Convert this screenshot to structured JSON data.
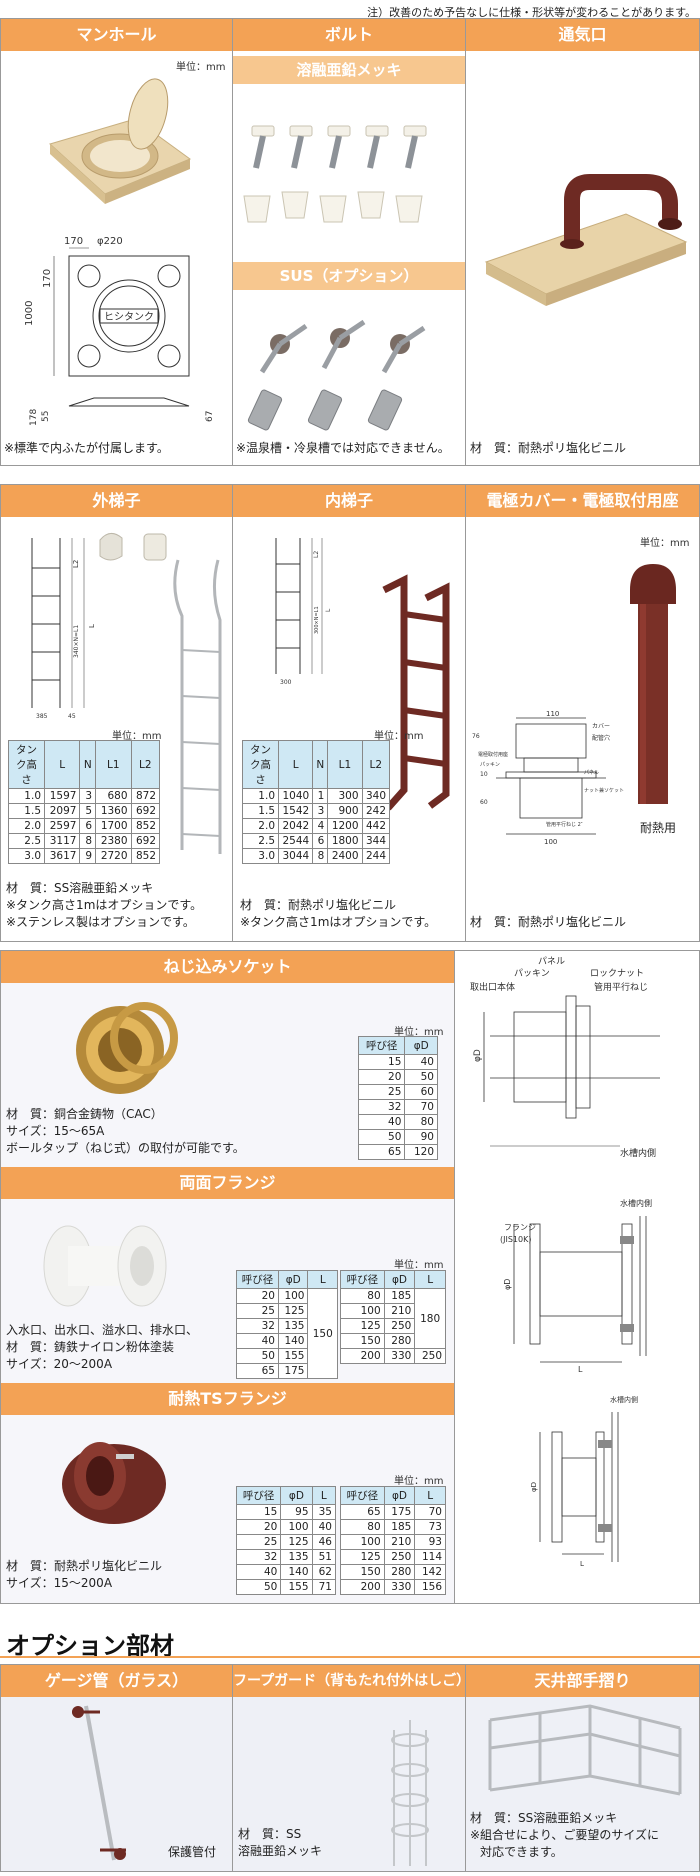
{
  "note": "注）改善のため予告なしに仕様・形状等が変わることがあります。",
  "unit_mm": "単位：mm",
  "manhole": {
    "title": "マンホール",
    "dims": [
      "170",
      "φ220",
      "170",
      "1000",
      "178",
      "55",
      "67"
    ],
    "logo": "ヒシタンク",
    "note": "※標準で内ふたが付属します。"
  },
  "bolt": {
    "title": "ボルト",
    "sub1": "溶融亜鉛メッキ",
    "sub2": "SUS（オプション）",
    "note": "※温泉槽・冷泉槽では対応できません。"
  },
  "vent": {
    "title": "通気口",
    "material": "材　質：耐熱ポリ塩化ビニル"
  },
  "outer_ladder": {
    "title": "外梯子",
    "dims": [
      "L2",
      "L",
      "340×N=L1",
      "385",
      "45"
    ],
    "table_headers": [
      "タンク高さ",
      "L",
      "N",
      "L1",
      "L2"
    ],
    "rows": [
      [
        "1.0",
        "1597",
        "3",
        "680",
        "872"
      ],
      [
        "1.5",
        "2097",
        "5",
        "1360",
        "692"
      ],
      [
        "2.0",
        "2597",
        "6",
        "1700",
        "852"
      ],
      [
        "2.5",
        "3117",
        "8",
        "2380",
        "692"
      ],
      [
        "3.0",
        "3617",
        "9",
        "2720",
        "852"
      ]
    ],
    "notes": [
      "材　質：SS溶融亜鉛メッキ",
      "※タンク高さ1mはオプションです。",
      "※ステンレス製はオプションです。"
    ]
  },
  "inner_ladder": {
    "title": "内梯子",
    "dims": [
      "L2",
      "L",
      "300×N=L1",
      "300"
    ],
    "table_headers": [
      "タンク高さ",
      "L",
      "N",
      "L1",
      "L2"
    ],
    "rows": [
      [
        "1.0",
        "1040",
        "1",
        "300",
        "340"
      ],
      [
        "1.5",
        "1542",
        "3",
        "900",
        "242"
      ],
      [
        "2.0",
        "2042",
        "4",
        "1200",
        "442"
      ],
      [
        "2.5",
        "2544",
        "6",
        "1800",
        "344"
      ],
      [
        "3.0",
        "3044",
        "8",
        "2400",
        "244"
      ]
    ],
    "notes": [
      "材　質：耐熱ポリ塩化ビニル",
      "※タンク高さ1mはオプションです。"
    ]
  },
  "electrode": {
    "title": "電極カバー・電極取付用座",
    "labels": [
      "110",
      "カバー",
      "配管穴",
      "パッキン",
      "電極取付用座",
      "ナット兼ソケット",
      "パネル",
      "76",
      "10",
      "60",
      "100",
      "管用平行ねじ 2″"
    ],
    "photo_label": "耐熱用",
    "material": "材　質：耐熱ポリ塩化ビニル"
  },
  "socket": {
    "title": "ねじ込みソケット",
    "table_headers": [
      "呼び径",
      "φD"
    ],
    "rows": [
      [
        "15",
        "40"
      ],
      [
        "20",
        "50"
      ],
      [
        "25",
        "60"
      ],
      [
        "32",
        "70"
      ],
      [
        "40",
        "80"
      ],
      [
        "50",
        "90"
      ],
      [
        "65",
        "120"
      ]
    ],
    "notes": [
      "材　質：銅合金鋳物（CAC）",
      "サイズ：15〜65A",
      "ボールタップ（ねじ式）の取付が可能です。"
    ],
    "diagram": [
      "パネル",
      "パッキン",
      "ロックナット",
      "取出口本体",
      "管用平行ねじ",
      "φD",
      "水槽内側"
    ]
  },
  "flange": {
    "title": "両面フランジ",
    "headers": [
      "呼び径",
      "φD",
      "L"
    ],
    "left": [
      [
        "20",
        "100"
      ],
      [
        "25",
        "125"
      ],
      [
        "32",
        "135"
      ],
      [
        "40",
        "140"
      ],
      [
        "50",
        "155"
      ],
      [
        "65",
        "175"
      ]
    ],
    "left_L": "150",
    "right": [
      [
        "80",
        "185"
      ],
      [
        "100",
        "210"
      ],
      [
        "125",
        "250"
      ],
      [
        "150",
        "280"
      ],
      [
        "200",
        "330"
      ]
    ],
    "right_L": "180",
    "right_L2": "250",
    "notes": [
      "入水口、出水口、溢水口、排水口、",
      "材　質：鋳鉄ナイロン粉体塗装",
      "サイズ：20〜200A"
    ],
    "diagram": [
      "フランジ",
      "(JIS10K)",
      "水槽内側",
      "φD",
      "L"
    ]
  },
  "ts_flange": {
    "title": "耐熱TSフランジ",
    "headers": [
      "呼び径",
      "φD",
      "L"
    ],
    "left": [
      [
        "15",
        "95",
        "35"
      ],
      [
        "20",
        "100",
        "40"
      ],
      [
        "25",
        "125",
        "46"
      ],
      [
        "32",
        "135",
        "51"
      ],
      [
        "40",
        "140",
        "62"
      ],
      [
        "50",
        "155",
        "71"
      ]
    ],
    "right": [
      [
        "65",
        "175",
        "70"
      ],
      [
        "80",
        "185",
        "73"
      ],
      [
        "100",
        "210",
        "93"
      ],
      [
        "125",
        "250",
        "114"
      ],
      [
        "150",
        "280",
        "142"
      ],
      [
        "200",
        "330",
        "156"
      ]
    ],
    "notes": [
      "材　質：耐熱ポリ塩化ビニル",
      "サイズ：15〜200A"
    ],
    "diagram": [
      "水槽内側",
      "φD",
      "L"
    ]
  },
  "options": {
    "title": "オプション部材",
    "gauge": {
      "title": "ゲージ管（ガラス）",
      "label": "保護管付"
    },
    "hoop": {
      "title": "フープガード（背もたれ付外はしご）",
      "notes": [
        "材　質：SS",
        "溶融亜鉛メッキ"
      ]
    },
    "rail": {
      "title": "天井部手摺り",
      "notes": [
        "材　質：SS溶融亜鉛メッキ",
        "※組合せにより、ご要望のサイズに",
        "対応できます。"
      ]
    }
  },
  "colors": {
    "header": "#f3a255",
    "subheader": "#f7c78f",
    "panel": "#f6f6fa",
    "table_head": "#cfe8f4",
    "maroon": "#6e2a23",
    "beige": "#e9d5ad"
  }
}
